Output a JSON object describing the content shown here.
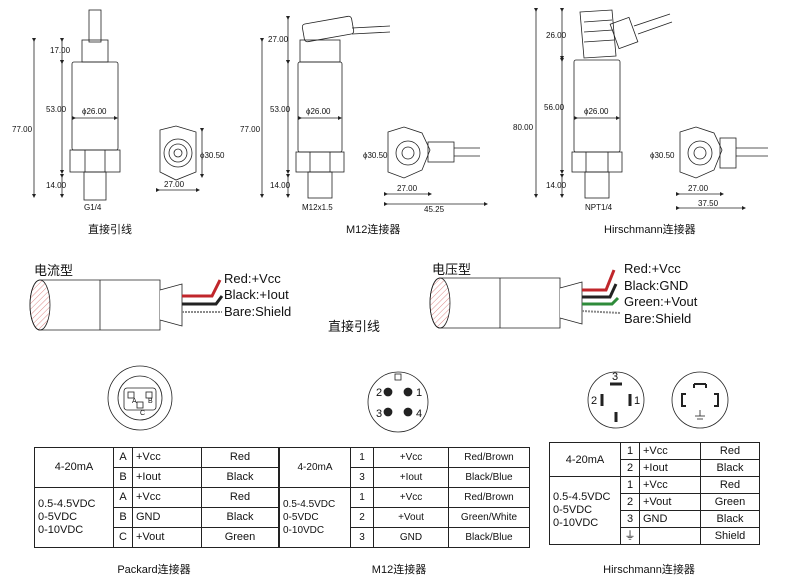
{
  "drawings": [
    {
      "caption": "直接引线",
      "dims": {
        "top": "17.00",
        "mid": "53.00",
        "total": "77.00",
        "bottom": "14.00",
        "dia": "ϕ26.00",
        "thread": "G1/4",
        "hex_dia": "ϕ30.50",
        "width": "27.00"
      }
    },
    {
      "caption": "M12连接器",
      "dims": {
        "top": "27.00",
        "mid": "53.00",
        "total": "77.00",
        "bottom": "14.00",
        "dia": "ϕ26.00",
        "thread": "M12x1.5",
        "hex_dia": "ϕ30.50",
        "width": "27.00",
        "length": "45.25"
      }
    },
    {
      "caption": "Hirschmann连接器",
      "dims": {
        "top": "26.00",
        "mid": "56.00",
        "total": "80.00",
        "bottom": "14.00",
        "dia": "ϕ26.00",
        "thread": "NPT1/4",
        "hex_dia": "ϕ30.50",
        "width": "27.00",
        "length": "37.50"
      }
    }
  ],
  "wiring": {
    "current": {
      "title": "电流型",
      "wires": [
        "Red:+Vcc",
        "Black:+Iout",
        "Bare:Shield"
      ],
      "colors": [
        "#c0262b",
        "#222222",
        "#8a8a8a"
      ]
    },
    "voltage": {
      "title": "电压型",
      "wires": [
        "Red:+Vcc",
        "Black:GND",
        "Green:+Vout",
        "Bare:Shield"
      ],
      "colors": [
        "#c0262b",
        "#222222",
        "#2e8b3a",
        "#8a8a8a"
      ]
    },
    "caption": "直接引线"
  },
  "connectors": {
    "packard": {
      "pins": [
        "A",
        "B",
        "C"
      ],
      "caption": "Packard连接器",
      "table": [
        [
          "4-20mA",
          "A",
          "+Vcc",
          "Red"
        ],
        [
          "",
          "B",
          "+Iout",
          "Black"
        ],
        [
          "0.5-4.5VDC\n0-5VDC\n0-10VDC",
          "A",
          "+Vcc",
          "Red"
        ],
        [
          "",
          "B",
          "GND",
          "Black"
        ],
        [
          "",
          "C",
          "+Vout",
          "Green"
        ]
      ]
    },
    "m12": {
      "pins": [
        "2",
        "1",
        "3",
        "4"
      ],
      "caption": "M12连接器",
      "table": [
        [
          "4-20mA",
          "1",
          "+Vcc",
          "Red/Brown"
        ],
        [
          "",
          "3",
          "+Iout",
          "Black/Blue"
        ],
        [
          "0.5-4.5VDC\n0-5VDC\n0-10VDC",
          "1",
          "+Vcc",
          "Red/Brown"
        ],
        [
          "",
          "2",
          "+Vout",
          "Green/White"
        ],
        [
          "",
          "3",
          "GND",
          "Black/Blue"
        ]
      ]
    },
    "hirschmann": {
      "pins": [
        "3",
        "2",
        "1"
      ],
      "caption": "Hirschmann连接器",
      "table": [
        [
          "4-20mA",
          "1",
          "+Vcc",
          "Red"
        ],
        [
          "",
          "2",
          "+Iout",
          "Black"
        ],
        [
          "0.5-4.5VDC\n0-5VDC\n0-10VDC",
          "1",
          "+Vcc",
          "Red"
        ],
        [
          "",
          "2",
          "+Vout",
          "Green"
        ],
        [
          "",
          "3",
          "GND",
          "Black"
        ],
        [
          "",
          "⏚",
          "",
          "Shield"
        ]
      ]
    }
  }
}
